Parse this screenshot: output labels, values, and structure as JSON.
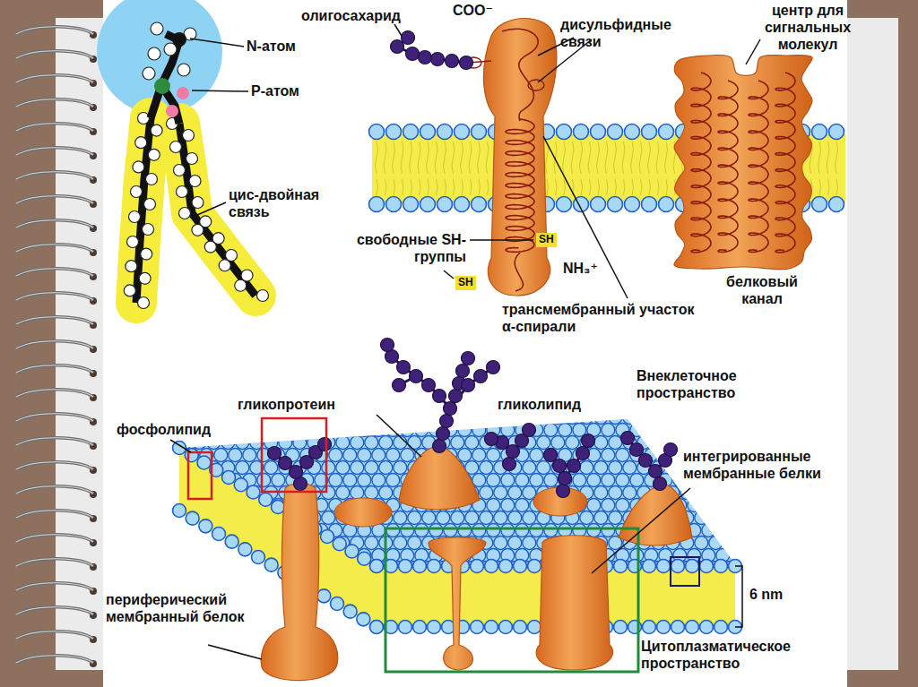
{
  "diagram": {
    "labels": [
      "олигосахарид",
      "COO⁻",
      "дисульфидные связи",
      "центр для сигнальных молекул",
      "N-атом",
      "P-атом",
      "цис-двойная связь",
      "свободные SH-группы",
      "SH",
      "SH",
      "NH₃⁺",
      "трансмембранный участок α-спирали",
      "белковый канал",
      "Внеклеточное пространство",
      "гликопротеин",
      "гликолипид",
      "фосфолипид",
      "интегрированные мембранные белки",
      "6 nm",
      "периферический мембранный белок",
      "Цитоплазматическое пространство"
    ]
  }
}
